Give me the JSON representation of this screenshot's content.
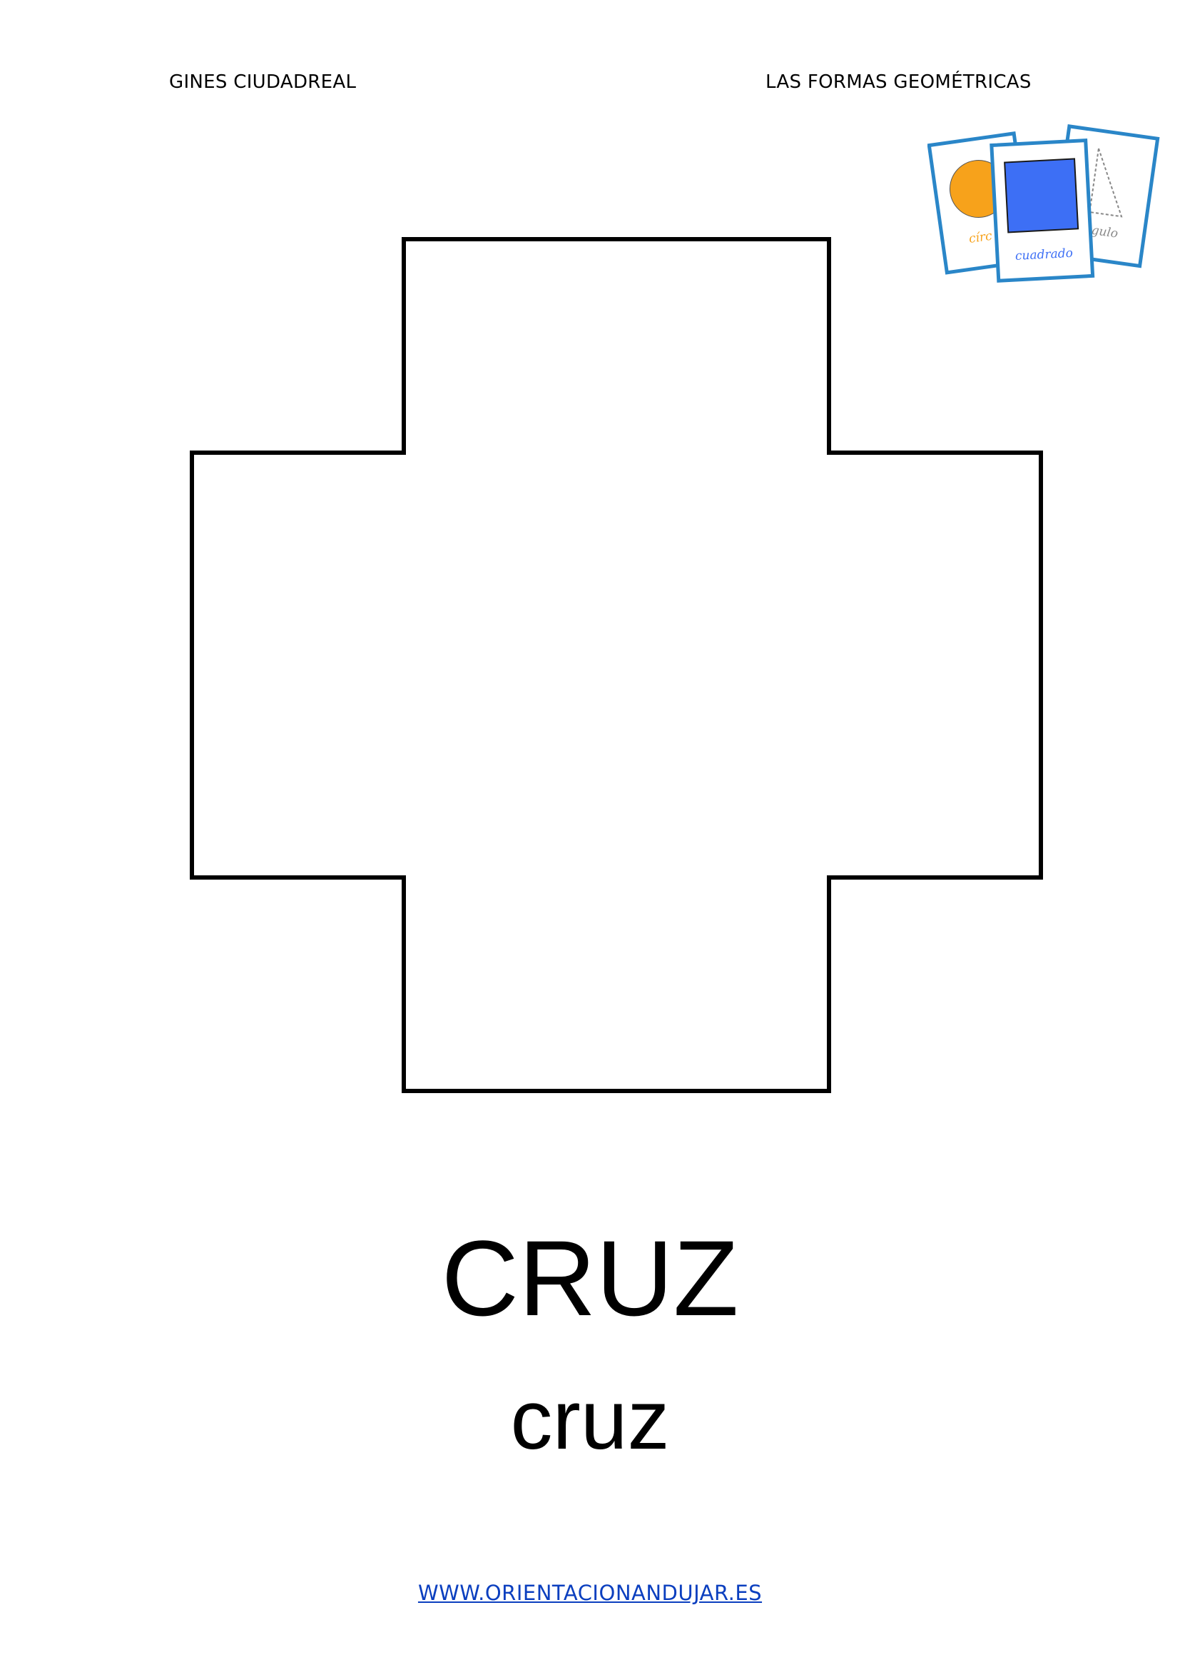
{
  "header": {
    "author": "GINES CIUDADREAL",
    "subject": "LAS FORMAS GEOMÉTRICAS"
  },
  "cards_icon": {
    "back_left_label": "círc",
    "front_label": "cuadrado",
    "back_right_label": "ngulo",
    "colors": {
      "border": "#2a86c8",
      "circle": "#f7a21b",
      "square": "#3d6ff5"
    }
  },
  "shape": {
    "icon": "cross-outline"
  },
  "word": {
    "uppercase": "CRUZ",
    "lowercase": "cruz"
  },
  "footer": {
    "website": "WWW.ORIENTACIONANDUJAR.ES"
  }
}
